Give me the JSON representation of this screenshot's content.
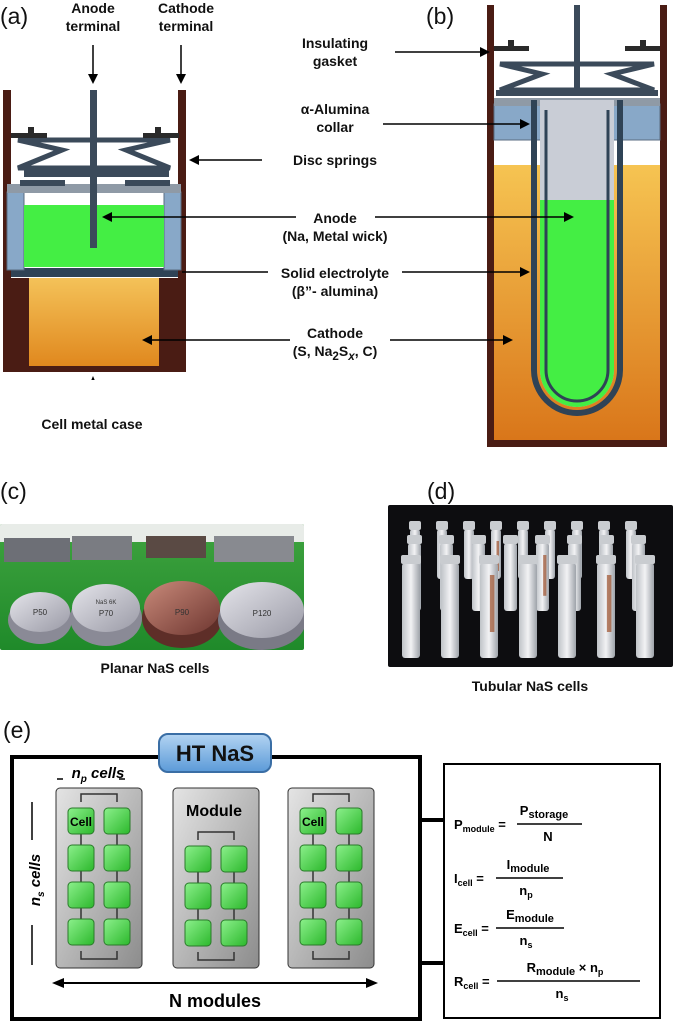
{
  "panels": {
    "a": "(a)",
    "b": "(b)",
    "c": "(c)",
    "d": "(d)",
    "e": "(e)"
  },
  "labels": {
    "anode_terminal_1": "Anode",
    "anode_terminal_2": "terminal",
    "cathode_terminal_1": "Cathode",
    "cathode_terminal_2": "terminal",
    "insulating_gasket_1": "Insulating",
    "insulating_gasket_2": "gasket",
    "alumina_collar_1": "α-Alumina",
    "alumina_collar_2": "collar",
    "disc_springs": "Disc springs",
    "anode_1": "Anode",
    "anode_2": "(Na, Metal wick)",
    "solid_electrolyte_1": "Solid electrolyte",
    "solid_electrolyte_2": "(β”- alumina)",
    "cathode_1": "Cathode",
    "cathode_2_pre": "(S, Na",
    "cathode_2_sub1": "2",
    "cathode_2_mid": "S",
    "cathode_2_sub2": "x",
    "cathode_2_post": ", C)",
    "cell_metal_case": "Cell metal case"
  },
  "photos": {
    "planar_caption": "Planar NaS cells",
    "tubular_caption": "Tubular NaS cells",
    "disc_labels": [
      "P50",
      "P70",
      "P90",
      "P120"
    ],
    "disc_small_note": "NaS 6K"
  },
  "system": {
    "title": "HT NaS",
    "np_cells": "n",
    "np_sub": "p",
    "np_suffix": " cells",
    "ns_cells": "n",
    "ns_sub": "s",
    "ns_suffix": " cells",
    "module_label": "Module",
    "cell_label": "Cell",
    "n_modules": "N modules"
  },
  "formulas": {
    "p_lhs": "P",
    "p_lhs_sub": "module",
    "p_num": "P",
    "p_num_sub": "storage",
    "p_den": "N",
    "i_lhs": "I",
    "i_lhs_sub": "cell",
    "i_num": "I",
    "i_num_sub": "module",
    "i_den": "n",
    "i_den_sub": "p",
    "e_lhs": "E",
    "e_lhs_sub": "cell",
    "e_num": "E",
    "e_num_sub": "module",
    "e_den": "n",
    "e_den_sub": "s",
    "r_lhs": "R",
    "r_lhs_sub": "cell",
    "r_num": "R",
    "r_num_sub": "module",
    "r_times": " × n",
    "r_times_sub": "p",
    "r_den": "n",
    "r_den_sub": "s"
  },
  "colors": {
    "case": "#4a1c14",
    "anode": "#44ee44",
    "cathode_top": "#f4be4e",
    "cathode_bottom": "#e0881e",
    "collar": "#88a8c8",
    "electrolyte": "#2f4356",
    "spring": "#3b4a5a",
    "title_box": "#5b9ad8"
  }
}
